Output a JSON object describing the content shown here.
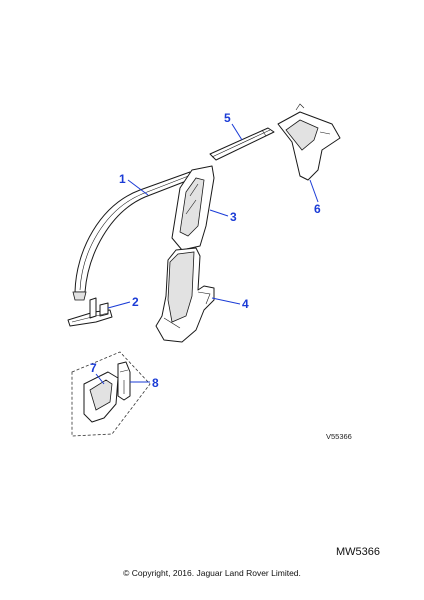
{
  "callouts": {
    "c1": "1",
    "c2": "2",
    "c3": "3",
    "c4": "4",
    "c5": "5",
    "c6": "6",
    "c7": "7",
    "c8": "8"
  },
  "reference_code": "V55366",
  "diagram_code": "MW5366",
  "copyright": "© Copyright, 2016. Jaguar Land Rover Limited.",
  "colors": {
    "callout": "#1a3bd6",
    "line": "#1a1a1a",
    "shade": "#e2e2e2"
  }
}
